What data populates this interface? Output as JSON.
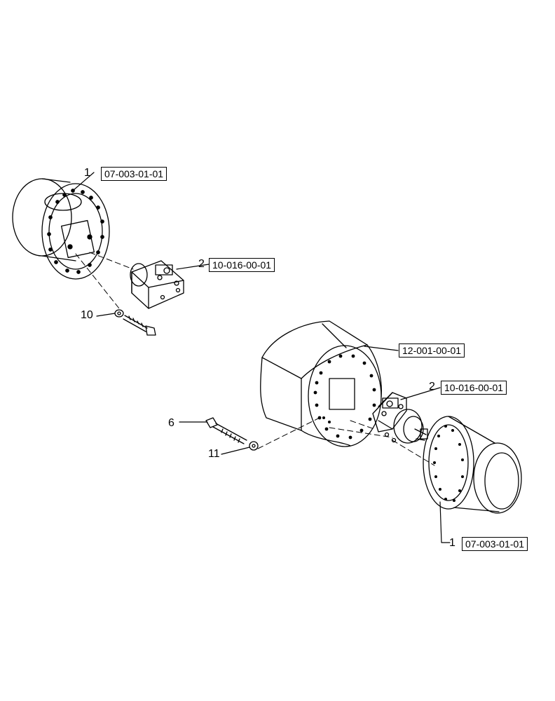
{
  "callouts": {
    "hub_left": {
      "number": "1",
      "ref": "07-003-01-01"
    },
    "motor_left": {
      "number": "2",
      "ref": "10-016-00-01"
    },
    "washer_left": {
      "number": "10"
    },
    "tire": {
      "ref": "12-001-00-01"
    },
    "motor_right": {
      "number": "2",
      "ref": "10-016-00-01"
    },
    "bolt": {
      "number": "6"
    },
    "washer_right": {
      "number": "11"
    },
    "hub_right": {
      "number": "1",
      "ref": "07-003-01-01"
    }
  },
  "colors": {
    "line": "#000000",
    "background": "#ffffff"
  }
}
